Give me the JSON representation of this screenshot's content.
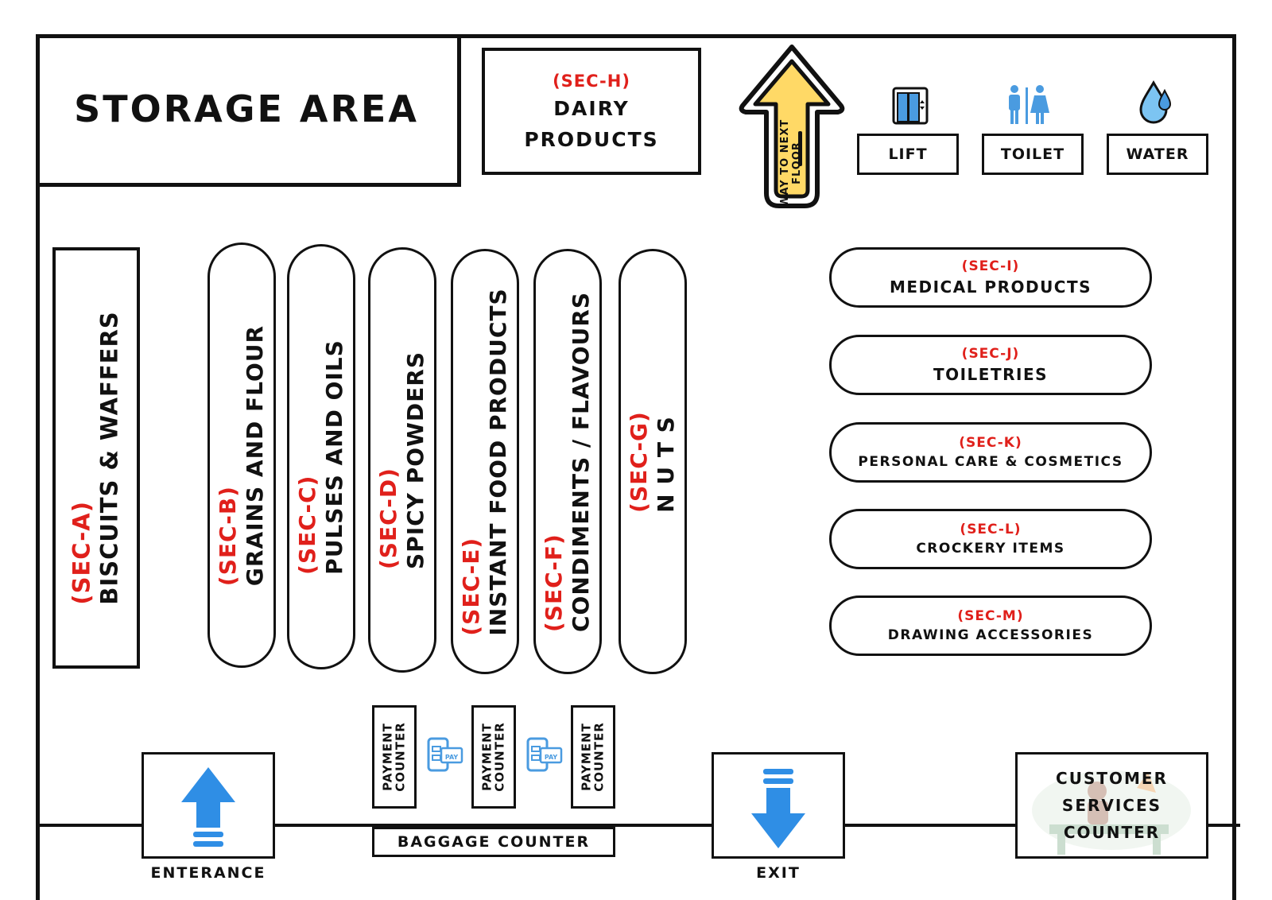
{
  "storage": {
    "title": "STORAGE AREA"
  },
  "dairy": {
    "sec": "(SEC-H)",
    "line1": "DAIRY",
    "line2": "PRODUCTS"
  },
  "next_floor": {
    "label_line1": "WAY TO NEXT",
    "label_line2": "FLOOR",
    "icon": "up-arrow-icon",
    "fill": "#ffd966"
  },
  "facilities": [
    {
      "label": "LIFT",
      "icon": "elevator-icon"
    },
    {
      "label": "TOILET",
      "icon": "restroom-icon"
    },
    {
      "label": "WATER",
      "icon": "water-drop-icon"
    }
  ],
  "aisles": [
    {
      "sec": "(SEC-A)",
      "name": "BISCUITS & WAFFERS"
    },
    {
      "sec": "(SEC-B)",
      "name": "GRAINS AND FLOUR"
    },
    {
      "sec": "(SEC-C)",
      "name": "PULSES AND OILS"
    },
    {
      "sec": "(SEC-D)",
      "name": "SPICY POWDERS"
    },
    {
      "sec": "(SEC-E)",
      "name": "INSTANT FOOD PRODUCTS"
    },
    {
      "sec": "(SEC-F)",
      "name": "CONDIMENTS / FLAVOURS"
    },
    {
      "sec": "(SEC-G)",
      "name": "N U T S"
    }
  ],
  "right_sections": [
    {
      "sec": "(SEC-I)",
      "name": "MEDICAL PRODUCTS"
    },
    {
      "sec": "(SEC-J)",
      "name": "TOILETRIES"
    },
    {
      "sec": "(SEC-K)",
      "name": "PERSONAL CARE & COSMETICS"
    },
    {
      "sec": "(SEC-L)",
      "name": "CROCKERY ITEMS"
    },
    {
      "sec": "(SEC-M)",
      "name": "DRAWING ACCESSORIES"
    }
  ],
  "payment": {
    "line1": "PAYMENT",
    "line2": "COUNTER",
    "pay_icon_text": "PAY"
  },
  "baggage": {
    "label": "BAGGAGE COUNTER"
  },
  "entrance": {
    "label": "ENTERANCE"
  },
  "exit": {
    "label": "EXIT"
  },
  "customer_service": {
    "line1": "CUSTOMER",
    "line2": "SERVICES",
    "line3": "COUNTER"
  },
  "colors": {
    "section_red": "#e0201b",
    "arrow_blue": "#2f8ee5",
    "icon_blue": "#4a9be0"
  }
}
